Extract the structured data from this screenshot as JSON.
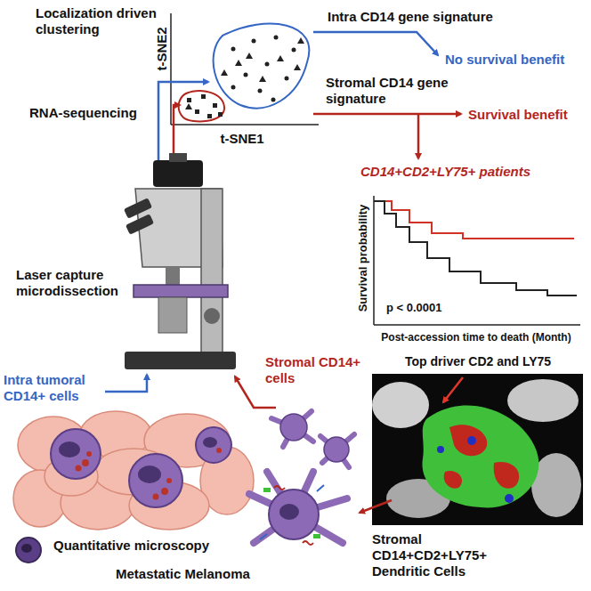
{
  "diagram": {
    "nodes": [
      {
        "text": [
          "t-SNE2",
          "t-SNE1"
        ]
      },
      {
        "text": [
          "Survival probability",
          "p < 0.0001",
          "Post-accession time to death (Month)"
        ]
      }
    ],
    "labels": [
      "Localization driven clustering",
      "RNA-sequencing",
      "Laser capture microdissection",
      "Intra tumoral CD14+ cells",
      "Stromal CD14+ cells",
      "Intra CD14 gene signature",
      "No survival benefit",
      "Stromal CD14 gene signature",
      "Survival benefit",
      "CD14+CD2+LY75+ patients",
      "Top driver CD2 and LY75",
      "Quantitative microscopy",
      "Metastatic Melanoma",
      "Stromal CD14+CD2+LY75+ Dendritic Cells"
    ]
  }
}
